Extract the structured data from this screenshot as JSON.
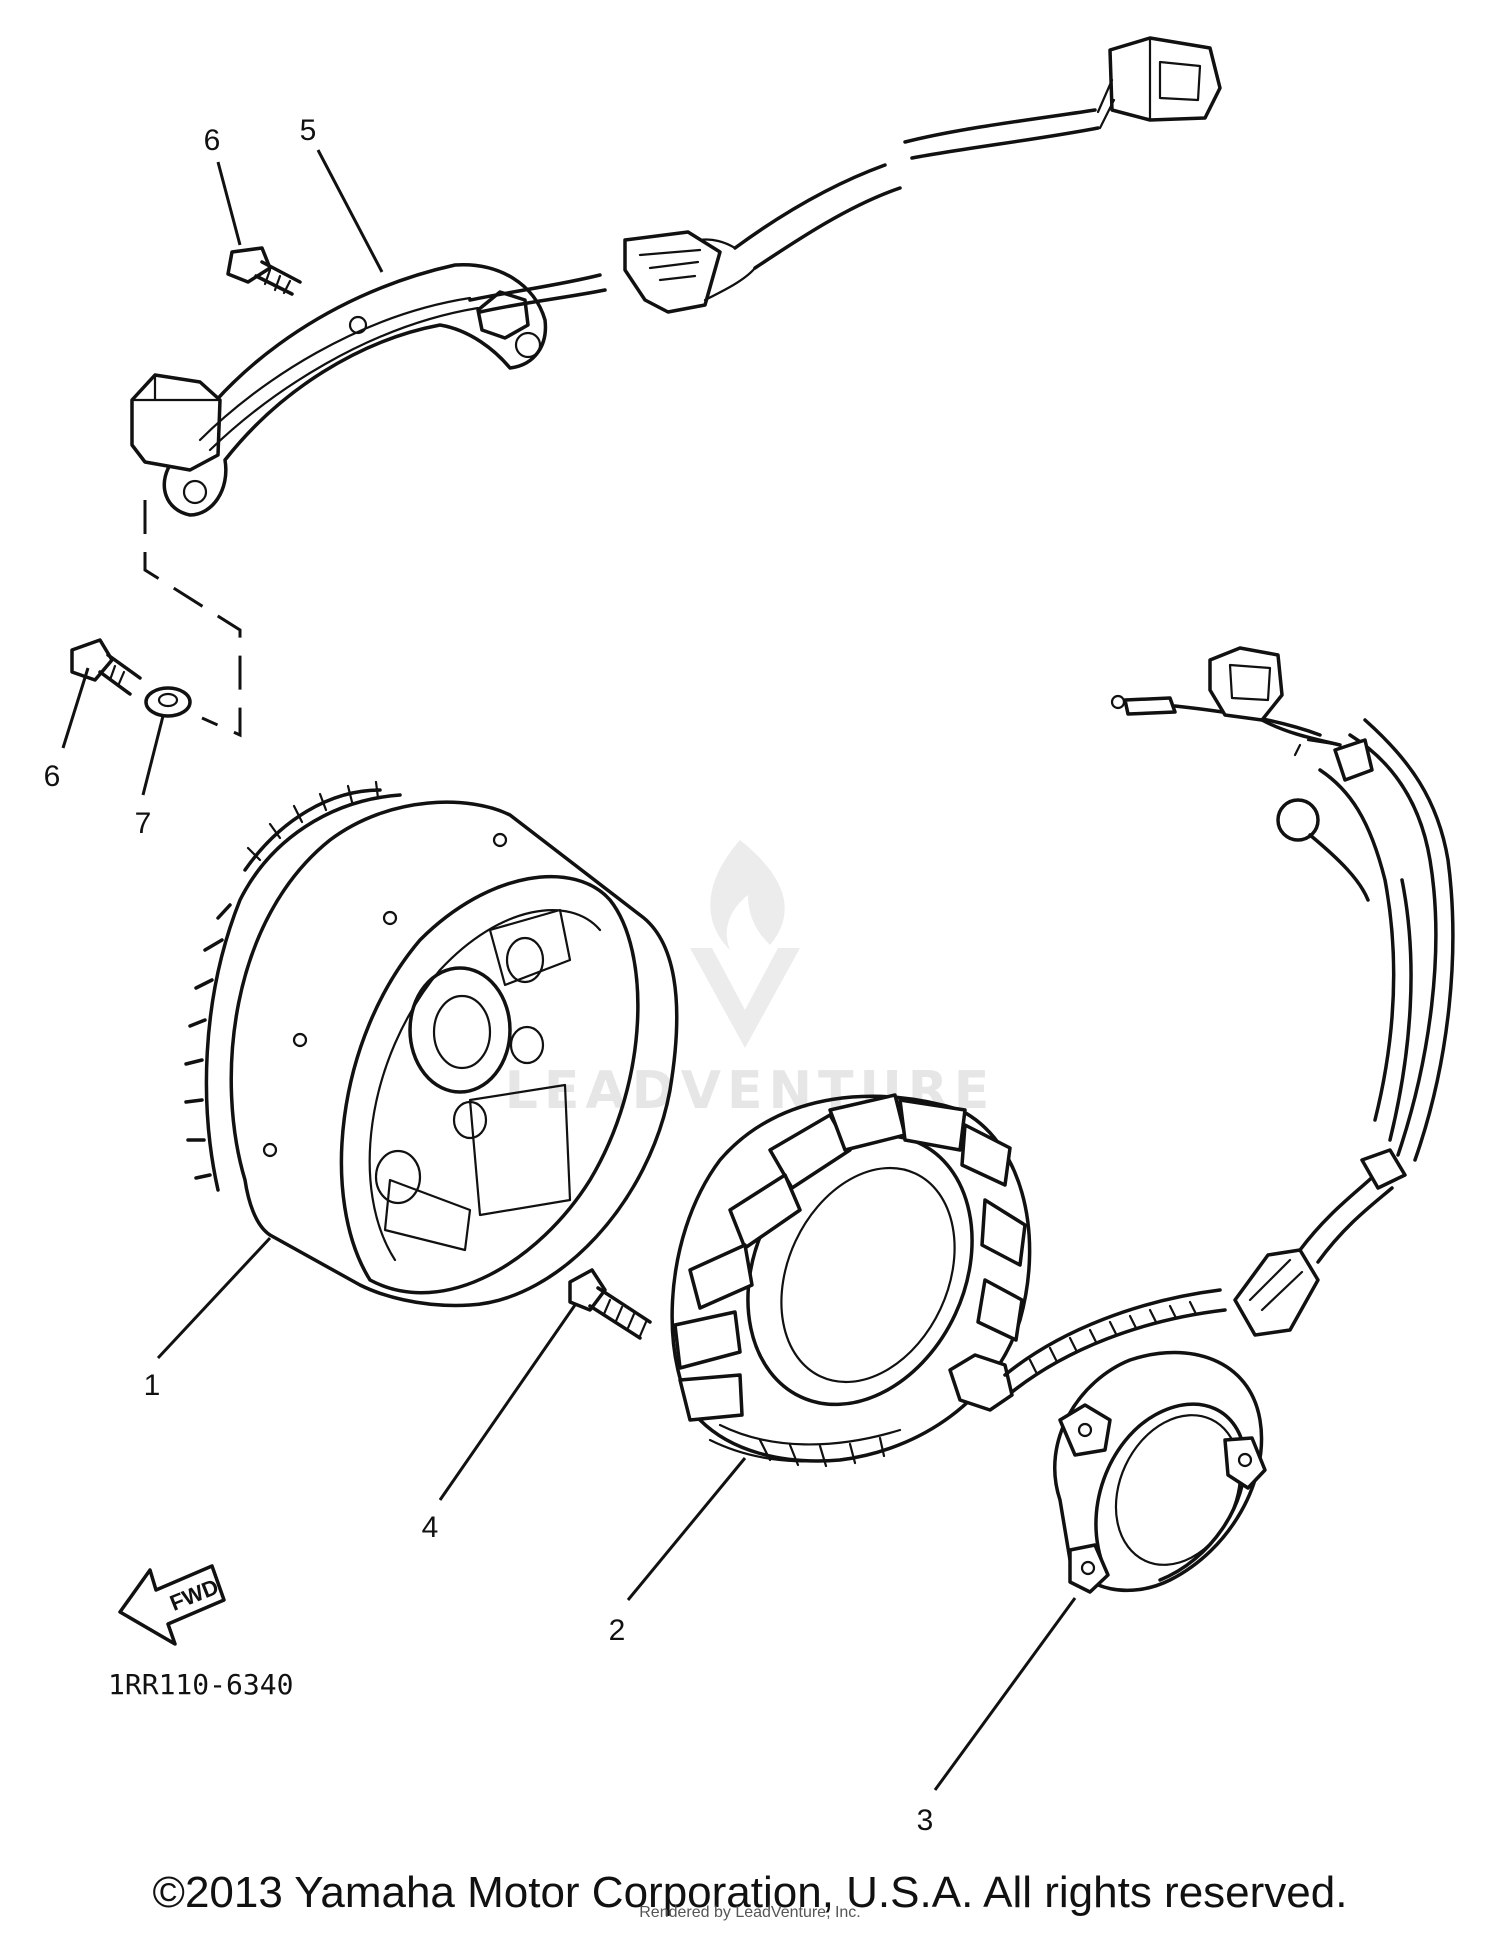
{
  "callouts": {
    "c6a": "6",
    "c5": "5",
    "c6b": "6",
    "c7": "7",
    "c1": "1",
    "c4": "4",
    "c2": "2",
    "c3": "3"
  },
  "fwd_label": "FWD",
  "diagram_code": "1RR110-6340",
  "watermark": "LEADVENTURE",
  "copyright": "©2013 Yamaha Motor Corporation, U.S.A. All rights reserved.",
  "rendered_by": "Rendered by LeadVenture, Inc."
}
